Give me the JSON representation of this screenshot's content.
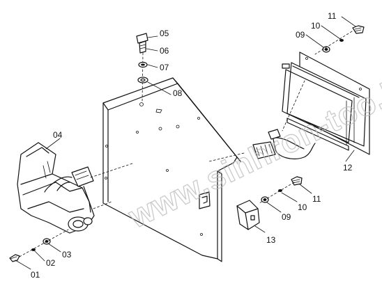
{
  "watermark": "www.sinhron-too.kz",
  "callouts": {
    "c01": "01",
    "c02": "02",
    "c03": "03",
    "c04": "04",
    "c05": "05",
    "c06": "06",
    "c07": "07",
    "c08": "08",
    "c09a": "09",
    "c10a": "10",
    "c11a": "11",
    "c12": "12",
    "c09b": "09",
    "c10b": "10",
    "c11b": "11",
    "c13": "13"
  }
}
